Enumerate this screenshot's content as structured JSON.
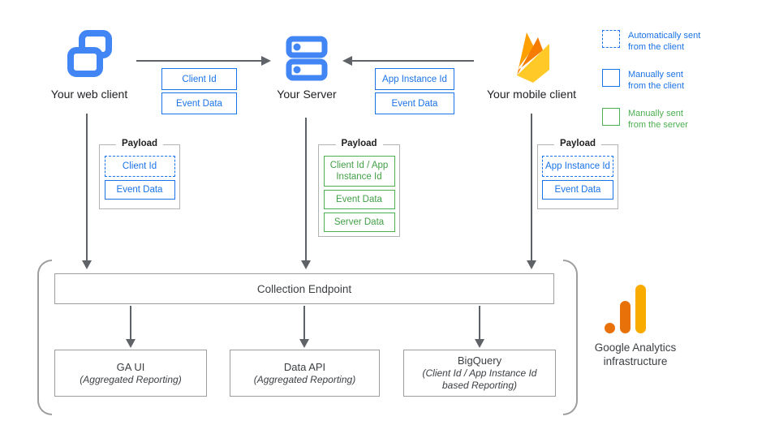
{
  "clients": {
    "web": {
      "label": "Your web client"
    },
    "server": {
      "label": "Your Server"
    },
    "mobile": {
      "label": "Your mobile client"
    }
  },
  "flow_tags": {
    "web_to_server": [
      "Client Id",
      "Event Data"
    ],
    "mobile_to_server": [
      "App Instance Id",
      "Event Data"
    ]
  },
  "legend": [
    {
      "line1": "Automatically sent",
      "line2": "from the client",
      "style": "dashed-blue"
    },
    {
      "line1": "Manually sent",
      "line2": "from the client",
      "style": "solid-blue"
    },
    {
      "line1": "Manually sent",
      "line2": "from the server",
      "style": "solid-green"
    }
  ],
  "payloads": {
    "web": {
      "title": "Payload",
      "items": [
        {
          "label": "Client Id",
          "style": "dashed-blue"
        },
        {
          "label": "Event Data",
          "style": "solid-blue"
        }
      ]
    },
    "server": {
      "title": "Payload",
      "items": [
        {
          "label": "Client Id / App Instance Id",
          "style": "solid-green"
        },
        {
          "label": "Event Data",
          "style": "solid-green"
        },
        {
          "label": "Server Data",
          "style": "solid-green"
        }
      ]
    },
    "mobile": {
      "title": "Payload",
      "items": [
        {
          "label": "App Instance Id",
          "style": "dashed-blue"
        },
        {
          "label": "Event Data",
          "style": "solid-blue"
        }
      ]
    }
  },
  "infrastructure": {
    "endpoint": "Collection Endpoint",
    "outputs": [
      {
        "title": "GA UI",
        "subtitle": "(Aggregated Reporting)"
      },
      {
        "title": "Data API",
        "subtitle": "(Aggregated Reporting)"
      },
      {
        "title": "BigQuery",
        "subtitle": "(Client Id / App Instance Id based Reporting)"
      }
    ],
    "brand_line1": "Google Analytics",
    "brand_line2": "infrastructure"
  },
  "icons": {
    "web": "overlapping-windows-icon",
    "server": "server-stack-icon",
    "mobile": "firebase-flame-icon",
    "analytics": "google-analytics-logo-icon"
  },
  "colors": {
    "blue": "#1a73e8",
    "icon_blue": "#4285f4",
    "green": "#4caf50",
    "arrow_gray": "#5f6368",
    "border_gray": "#9e9e9e",
    "text_dark": "#3c4043",
    "firebase_amber": "#FFA000",
    "firebase_orange": "#F57C00",
    "firebase_yellow": "#FFCA28",
    "ga_orange": "#E8710A",
    "ga_amber": "#F9AB00"
  }
}
